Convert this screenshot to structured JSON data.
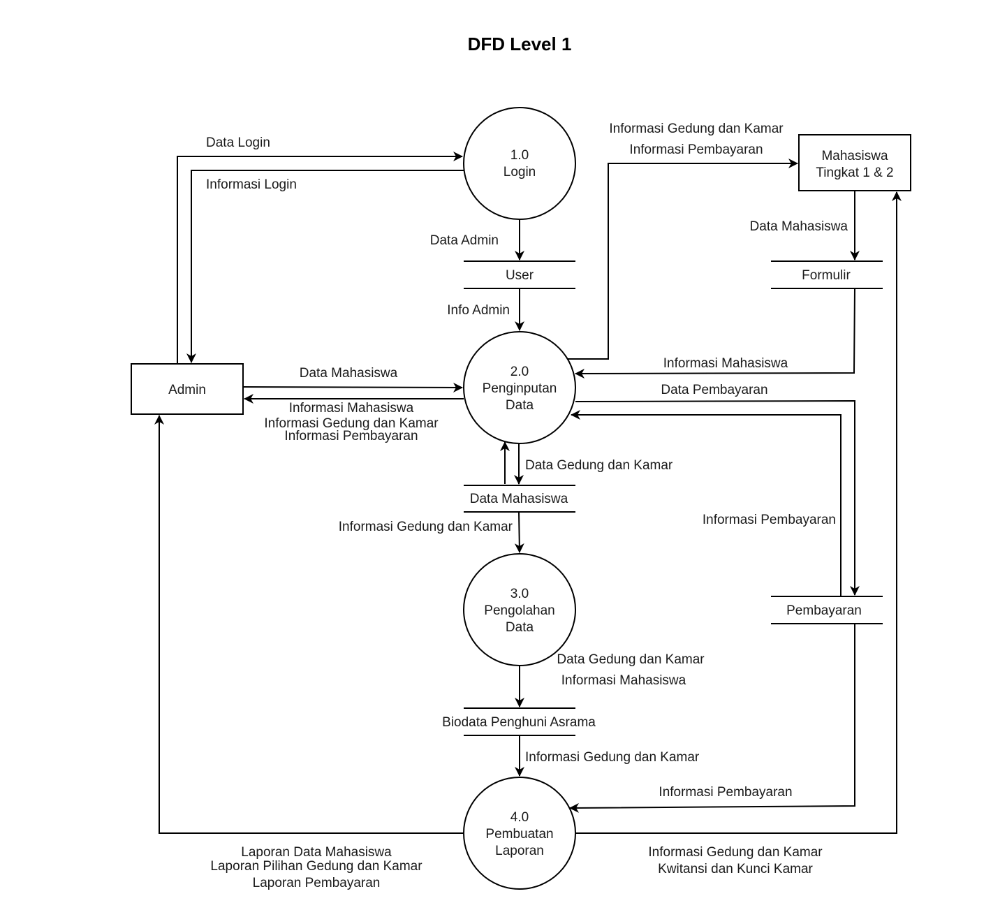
{
  "title": "DFD Level 1",
  "colors": {
    "stroke": "#000000",
    "text": "#1a1a1a",
    "background": "#ffffff"
  },
  "processes": {
    "p1": {
      "number": "1.0",
      "name": [
        "Login"
      ]
    },
    "p2": {
      "number": "2.0",
      "name": [
        "Penginputan",
        "Data"
      ]
    },
    "p3": {
      "number": "3.0",
      "name": [
        "Pengolahan",
        "Data"
      ]
    },
    "p4": {
      "number": "4.0",
      "name": [
        "Pembuatan",
        "Laporan"
      ]
    }
  },
  "entities": {
    "admin": {
      "name": [
        "Admin"
      ]
    },
    "mahasiswa": {
      "name": [
        "Mahasiswa",
        "Tingkat 1 & 2"
      ]
    }
  },
  "stores": {
    "user": "User",
    "formulir": "Formulir",
    "data_mahasiswa": "Data Mahasiswa",
    "pembayaran": "Pembayaran",
    "biodata": "Biodata Penghuni Asrama"
  },
  "flows": {
    "data_login": "Data Login",
    "informasi_login": "Informasi Login",
    "data_admin": "Data Admin",
    "info_admin": "Info Admin",
    "admin_data_mahasiswa": "Data Mahasiswa",
    "to_admin": [
      "Informasi Mahasiswa",
      "Informasi Gedung dan Kamar",
      "Informasi Pembayaran"
    ],
    "to_mahasiswa": [
      "Informasi Gedung dan Kamar",
      "Informasi Pembayaran"
    ],
    "mhs_data_mahasiswa": "Data Mahasiswa",
    "formulir_info": "Informasi Mahasiswa",
    "data_pembayaran": "Data Pembayaran",
    "pembayaran_info": "Informasi Pembayaran",
    "store_data_gedung": "Data Gedung dan Kamar",
    "store_info_gedung": "Informasi Gedung dan Kamar",
    "p3_outputs": [
      "Data Gedung dan Kamar",
      "Informasi Mahasiswa"
    ],
    "biodata_info_gedung": "Informasi Gedung dan Kamar",
    "pembayaran_to_p4": "Informasi Pembayaran",
    "laporan_admin": [
      "Laporan Data Mahasiswa",
      "Laporan Pilihan Gedung dan Kamar",
      "Laporan Pembayaran"
    ],
    "laporan_mahasiswa": [
      "Informasi Gedung dan Kamar",
      "Kwitansi dan Kunci Kamar"
    ]
  }
}
